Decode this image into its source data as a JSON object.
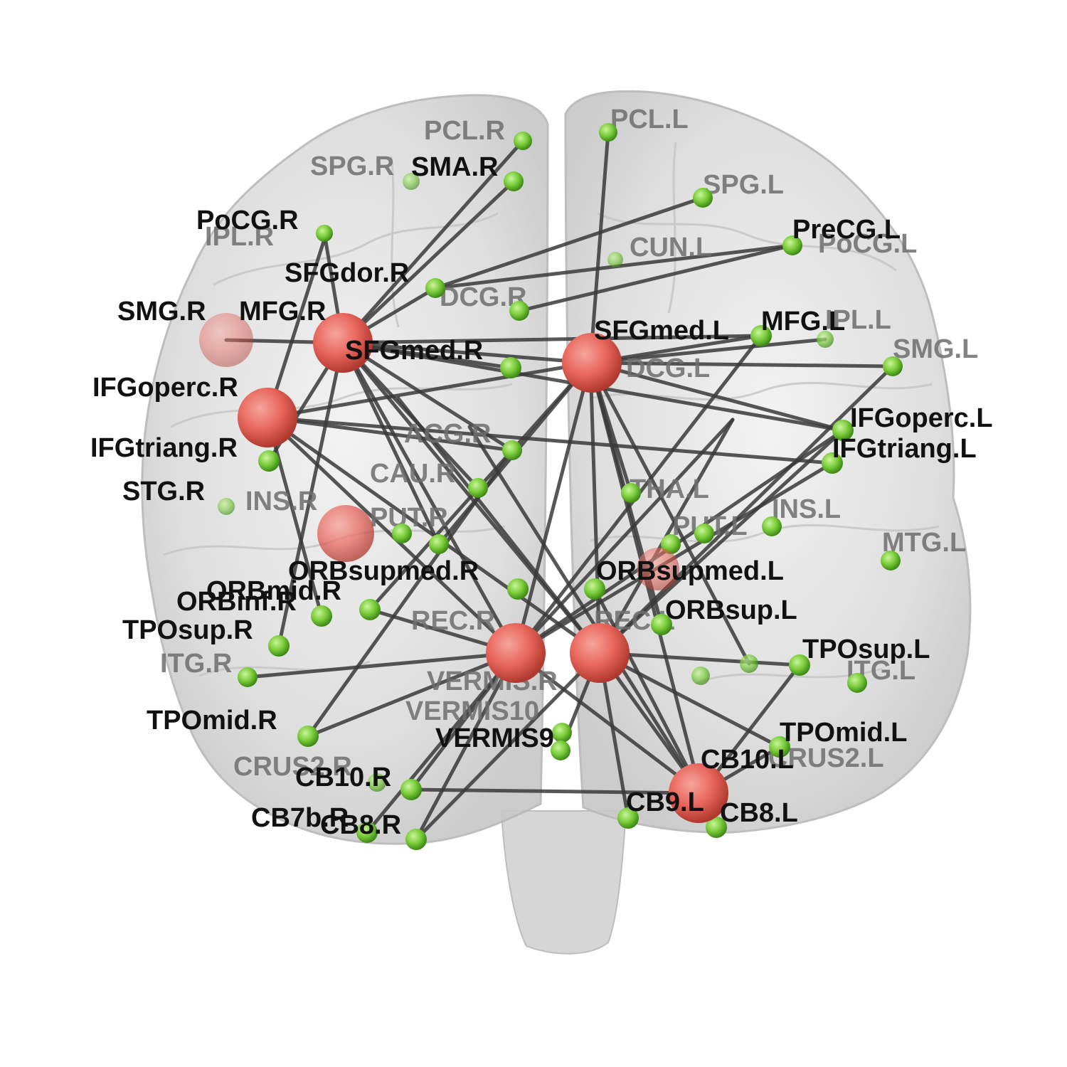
{
  "view": "coronal-front",
  "colors": {
    "background": "#ffffff",
    "brain_surface": "#d9d9d9",
    "hub_node": "#e8665c",
    "node": "#7acc3a",
    "edge": "#3a3a3a",
    "front_label": "#111111",
    "back_label": "#6e6e6e"
  },
  "hub_nodes": [
    "MFG.R",
    "IFGoperc.R",
    "SFGmed.L",
    "REC.R",
    "REC.L",
    "CB9.L"
  ],
  "labels": {
    "PCL_R": "PCL.R",
    "PCL_L": "PCL.L",
    "SPG_R": "SPG.R",
    "SMA_R": "SMA.R",
    "SPG_L": "SPG.L",
    "PoCG_R": "PoCG.R",
    "IPL_R": "IPL.R",
    "PreCG_L": "PreCG.L",
    "PoCG_L": "PoCG.L",
    "CUN_L": "CUN.L",
    "SFGdor_R": "SFGdor.R",
    "DCG_R": "DCG.R",
    "SMG_R": "SMG.R",
    "MFG_R": "MFG.R",
    "SFGmed_L": "SFGmed.L",
    "MFG_L": "MFG.L",
    "IPL_L": "IPL.L",
    "SFGmed_R": "SFGmed.R",
    "SMG_L": "SMG.L",
    "DCG_L": "DCG.L",
    "IFGoperc_R": "IFGoperc.R",
    "IFGoperc_L": "IFGoperc.L",
    "IFGtriang_R": "IFGtriang.R",
    "IFGtriang_L": "IFGtriang.L",
    "ACG_R": "ACG.R",
    "CAU_R": "CAU.R",
    "STG_R": "STG.R",
    "INS_R": "INS.R",
    "PUT_R": "PUT.R",
    "THA_L": "THA.L",
    "INS_L": "INS.L",
    "PUT_L": "PUT.L",
    "MTG_L": "MTG.L",
    "ORBsupmed_R": "ORBsupmed.R",
    "ORBmid_R": "ORBmid.R",
    "ORBinf_R": "ORBinf.R",
    "ORBsupmed_L": "ORBsupmed.L",
    "ORBsup_L": "ORBsup.L",
    "TPOsup_R": "TPOsup.R",
    "REC_R": "REC.R",
    "REC_L": "REC.L",
    "ITG_R": "ITG.R",
    "TPOsup_L": "TPOsup.L",
    "ITG_L": "ITG.L",
    "VERMIS_R": "VERMIS.R",
    "TPOmid_R": "TPOmid.R",
    "VERMIS10": "VERMIS10",
    "VERMIS9": "VERMIS9",
    "TPOmid_L": "TPOmid.L",
    "CRUS2_R": "CRUS2.R",
    "CB10_R": "CB10.R",
    "CB10_L": "CB10.L",
    "CRUS2_L": "CRUS2.L",
    "CB7b_R": "CB7b.R",
    "CB8_R": "CB8.R",
    "CB9_L": "CB9.L",
    "CB8_L": "CB8.L"
  }
}
